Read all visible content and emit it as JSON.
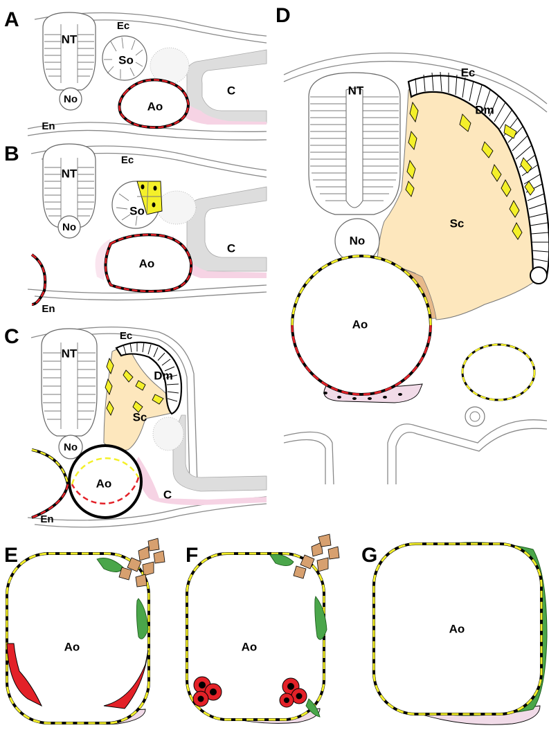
{
  "panels": {
    "A": {
      "letter": "A",
      "labels": {
        "nt": "NT",
        "ec": "Ec",
        "so": "So",
        "no": "No",
        "ao": "Ao",
        "c": "C",
        "en": "En"
      }
    },
    "B": {
      "letter": "B",
      "labels": {
        "nt": "NT",
        "ec": "Ec",
        "so": "So",
        "no": "No",
        "ao": "Ao",
        "c": "C",
        "en": "En"
      }
    },
    "C": {
      "letter": "C",
      "labels": {
        "nt": "NT",
        "ec": "Ec",
        "dm": "Dm",
        "sc": "Sc",
        "no": "No",
        "ao": "Ao",
        "c": "C",
        "en": "En"
      }
    },
    "D": {
      "letter": "D",
      "labels": {
        "nt": "NT",
        "ec": "Ec",
        "dm": "Dm",
        "sc": "Sc",
        "no": "No",
        "ao": "Ao"
      }
    },
    "E": {
      "letter": "E",
      "labels": {
        "ao": "Ao"
      }
    },
    "F": {
      "letter": "F",
      "labels": {
        "ao": "Ao"
      }
    },
    "G": {
      "letter": "G",
      "labels": {
        "ao": "Ao"
      }
    }
  },
  "colors": {
    "endothelial_red": "#e32128",
    "somite_yellow": "#f4f02a",
    "sclerotome_peach": "#fde7bd",
    "mesenchyme_pink": "#f6d3e4",
    "smooth_muscle_green": "#4aa64a",
    "migrating_brown": "#d7a06f",
    "coelom_grey": "#dddddd"
  }
}
